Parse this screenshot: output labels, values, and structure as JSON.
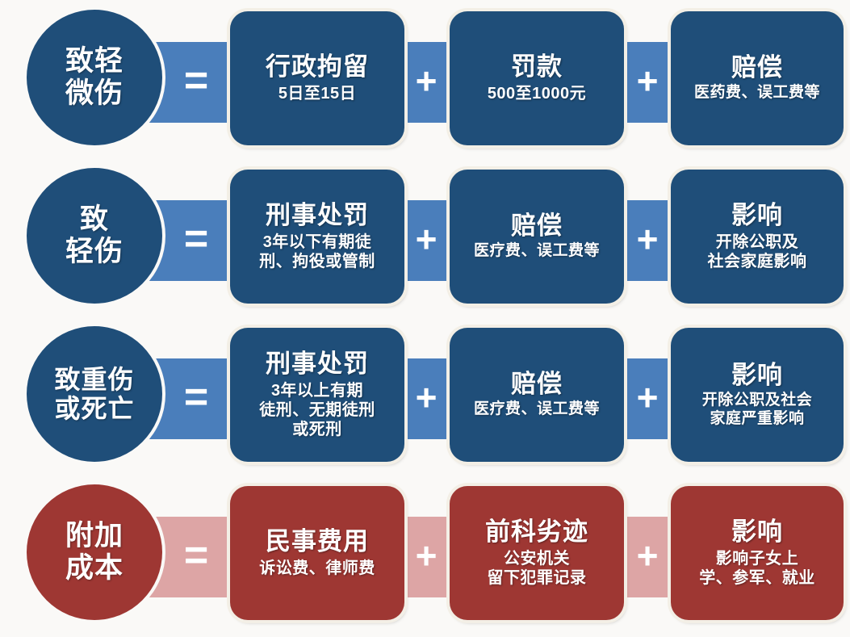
{
  "palette": {
    "background": "#faf9f7",
    "blue_dark": "#1f4e79",
    "blue_mid": "#4a7ebb",
    "red_dark": "#9e3733",
    "red_light": "#dda5a5",
    "text": "#ffffff",
    "card_outline": "#f3efe6"
  },
  "operators": {
    "equals": "=",
    "plus": "+"
  },
  "rows": [
    {
      "id": "row-minor-injury",
      "theme": "blue",
      "circle": "致轻\n微伤",
      "cards": [
        {
          "title": "行政拘留",
          "sub": "5日至15日"
        },
        {
          "title": "罚款",
          "sub": "500至1000元"
        },
        {
          "title": "赔偿",
          "sub": "医药费、误工费等"
        }
      ]
    },
    {
      "id": "row-light-injury",
      "theme": "blue",
      "circle": "致\n轻伤",
      "cards": [
        {
          "title": "刑事处罚",
          "sub": "3年以下有期徒\n刑、拘役或管制"
        },
        {
          "title": "赔偿",
          "sub": "医疗费、误工费等"
        },
        {
          "title": "影响",
          "sub": "开除公职及\n社会家庭影响"
        }
      ]
    },
    {
      "id": "row-serious-injury-or-death",
      "theme": "blue",
      "circle": "致重伤\n或死亡",
      "cards": [
        {
          "title": "刑事处罚",
          "sub": "3年以上有期\n徒刑、无期徒刑\n或死刑"
        },
        {
          "title": "赔偿",
          "sub": "医疗费、误工费等"
        },
        {
          "title": "影响",
          "sub": "开除公职及社会\n家庭严重影响"
        }
      ]
    },
    {
      "id": "row-additional-cost",
      "theme": "red",
      "circle": "附加\n成本",
      "cards": [
        {
          "title": "民事费用",
          "sub": "诉讼费、律师费"
        },
        {
          "title": "前科劣迹",
          "sub": "公安机关\n留下犯罪记录"
        },
        {
          "title": "影响",
          "sub": "影响子女上\n学、参军、就业"
        }
      ]
    }
  ]
}
